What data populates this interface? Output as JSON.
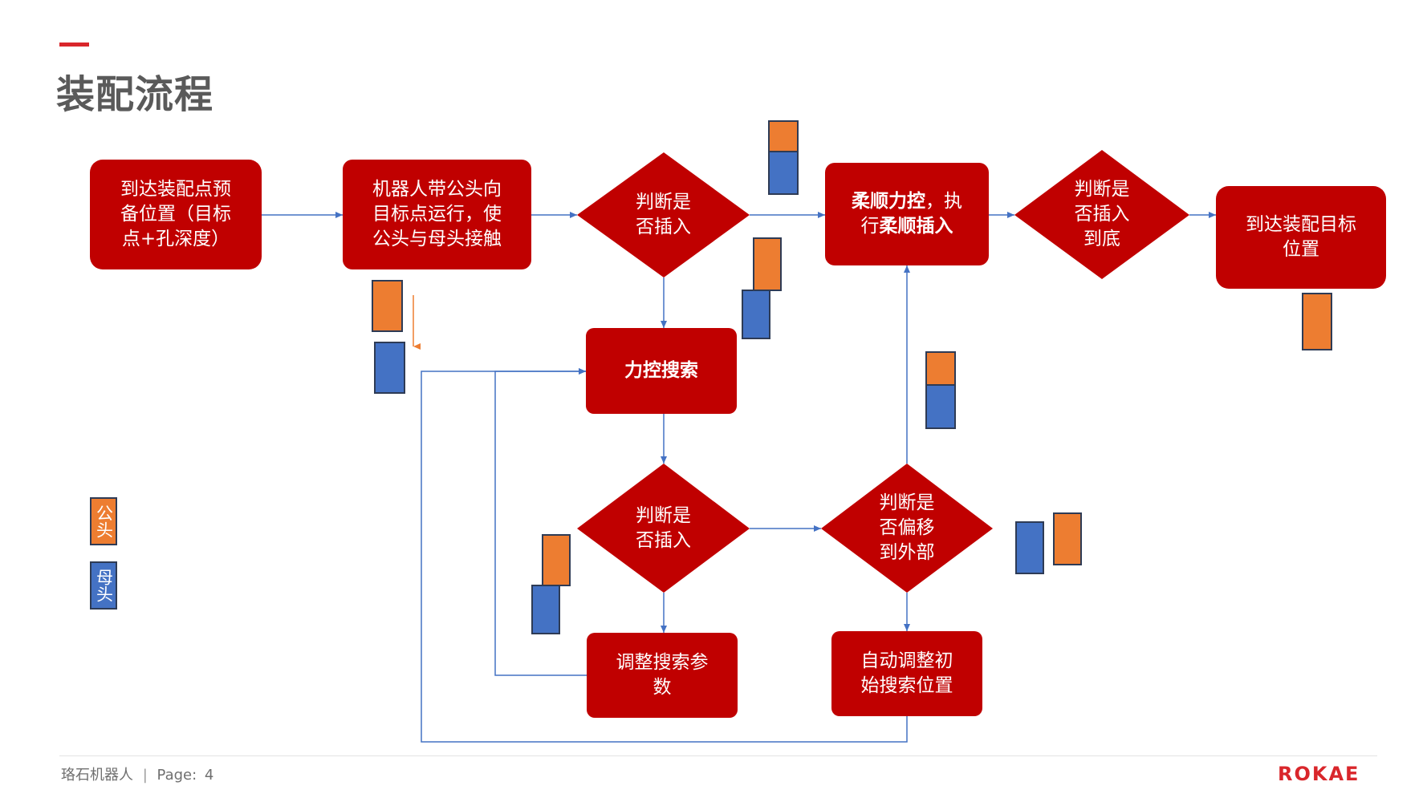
{
  "title": "装配流程",
  "nodes": {
    "n1": [
      "到达装配点预",
      "备位置（目标",
      "点+孔深度）"
    ],
    "n2": [
      "机器人带公头向",
      "目标点运行，使",
      "公头与母头接触"
    ],
    "d1": [
      "判断是",
      "否插入"
    ],
    "n3": {
      "line1_bold": "柔顺力控",
      "line1_rest": "，执",
      "line2_pre": "行",
      "line2_bold": "柔顺插入"
    },
    "d2": [
      "判断是",
      "否插入",
      "到底"
    ],
    "n4": [
      "到达装配目标",
      "位置"
    ],
    "n5": [
      "力控搜索"
    ],
    "d3": [
      "判断是",
      "否插入"
    ],
    "d4": [
      "判断是",
      "否偏移",
      "到外部"
    ],
    "n6": [
      "调整搜索参",
      "数"
    ],
    "n7": [
      "自动调整初",
      "始搜索位置"
    ]
  },
  "legend": {
    "male": "公头",
    "female": "母头"
  },
  "footer": {
    "company": "珞石机器人",
    "separator": "|",
    "page_label": "Page:",
    "page_number": "4"
  },
  "logo": "ROKAE",
  "colors": {
    "node": "#c00000",
    "connector": "#4472c4",
    "male": "#ed7d31",
    "female": "#4472c4",
    "title": "#5a5a5a",
    "accent": "#d9262b"
  }
}
